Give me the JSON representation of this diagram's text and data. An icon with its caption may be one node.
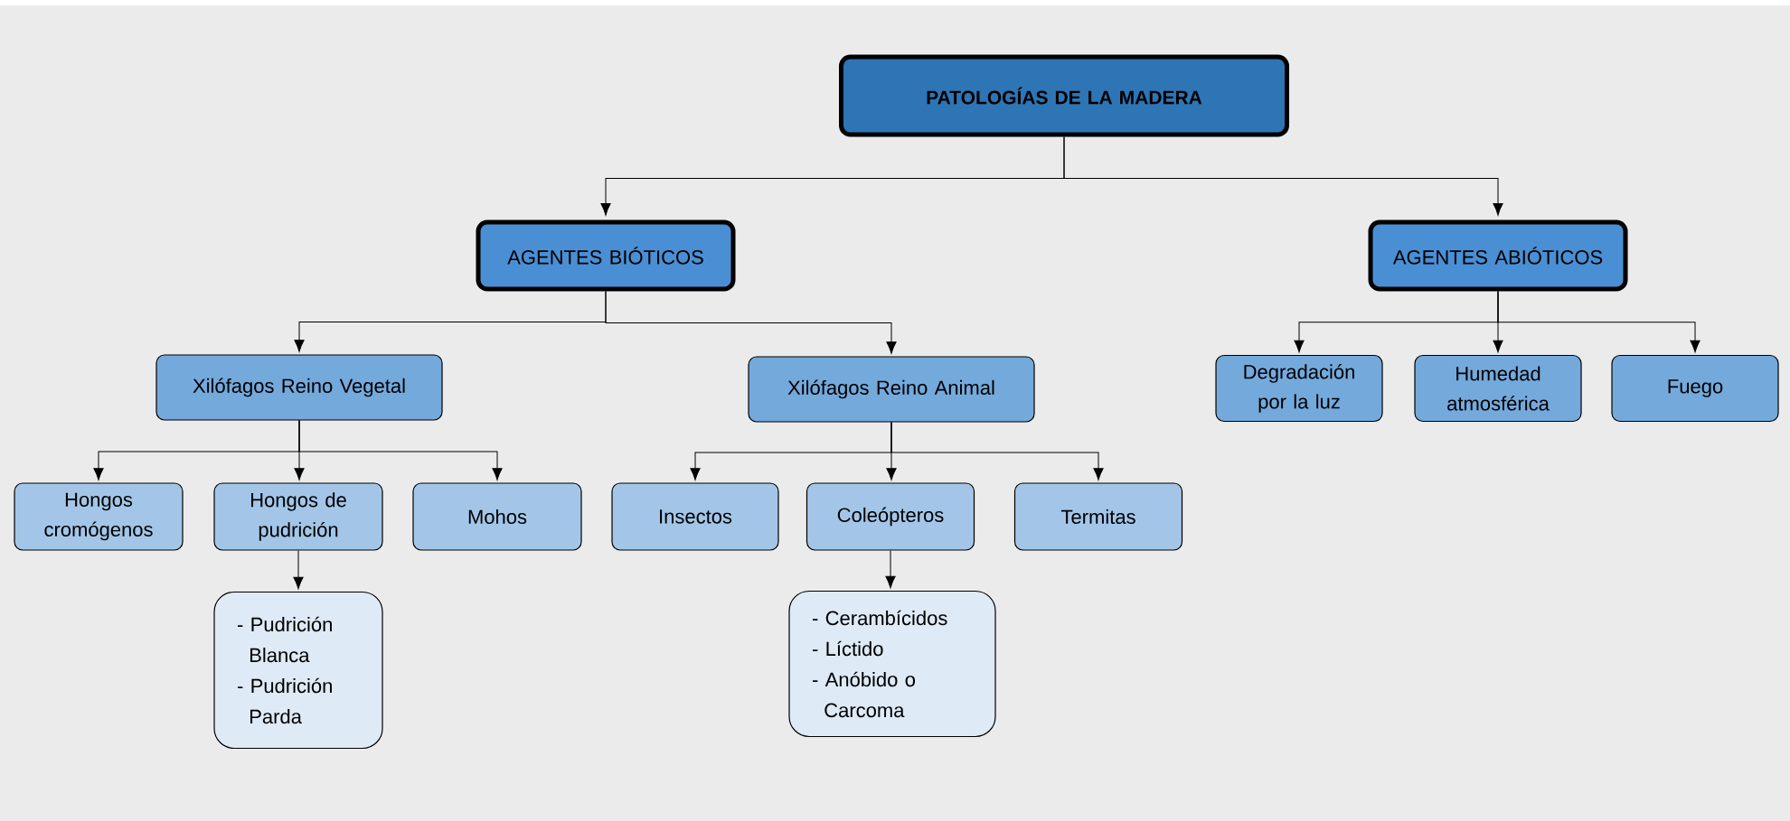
{
  "diagram": {
    "nodes": [
      {
        "text": [
          "PATOLOGÍAS DE LA MADERA"
        ]
      },
      {
        "text": [
          "AGENTES BIÓTICOS"
        ]
      },
      {
        "text": [
          "AGENTES ABIÓTICOS"
        ]
      },
      {
        "text": [
          "Xilófagos Reino Vegetal"
        ]
      },
      {
        "text": [
          "Xilófagos Reino Animal"
        ]
      },
      {
        "text": [
          "Degradación por la luz"
        ]
      },
      {
        "text": [
          "Humedad atmosférica"
        ]
      },
      {
        "text": [
          "Fuego"
        ]
      },
      {
        "text": [
          "Hongos cromógenos"
        ]
      },
      {
        "text": [
          "Hongos de pudrición"
        ]
      },
      {
        "text": [
          "Mohos"
        ]
      },
      {
        "text": [
          "Insectos"
        ]
      },
      {
        "text": [
          "Coleópteros"
        ]
      },
      {
        "text": [
          "Termitas"
        ]
      },
      {
        "text": [
          "- Pudrición Blanca",
          "- Pudrición Parda"
        ]
      },
      {
        "text": [
          "- Cerambícidos",
          "- Líctido",
          "- Anóbido o Carcoma"
        ]
      }
    ],
    "edges": [
      {
        "from": 0,
        "to": 1,
        "arrow": "to"
      },
      {
        "from": 0,
        "to": 2,
        "arrow": "to"
      },
      {
        "from": 1,
        "to": 3,
        "arrow": "to"
      },
      {
        "from": 1,
        "to": 4,
        "arrow": "to"
      },
      {
        "from": 2,
        "to": 5,
        "arrow": "to"
      },
      {
        "from": 2,
        "to": 6,
        "arrow": "to"
      },
      {
        "from": 2,
        "to": 7,
        "arrow": "to"
      },
      {
        "from": 3,
        "to": 8,
        "arrow": "to"
      },
      {
        "from": 3,
        "to": 9,
        "arrow": "to"
      },
      {
        "from": 3,
        "to": 10,
        "arrow": "to"
      },
      {
        "from": 4,
        "to": 11,
        "arrow": "to"
      },
      {
        "from": 4,
        "to": 12,
        "arrow": "to"
      },
      {
        "from": 4,
        "to": 13,
        "arrow": "to"
      },
      {
        "from": 9,
        "to": 14,
        "arrow": "to"
      },
      {
        "from": 12,
        "to": 15,
        "arrow": "to"
      }
    ]
  }
}
